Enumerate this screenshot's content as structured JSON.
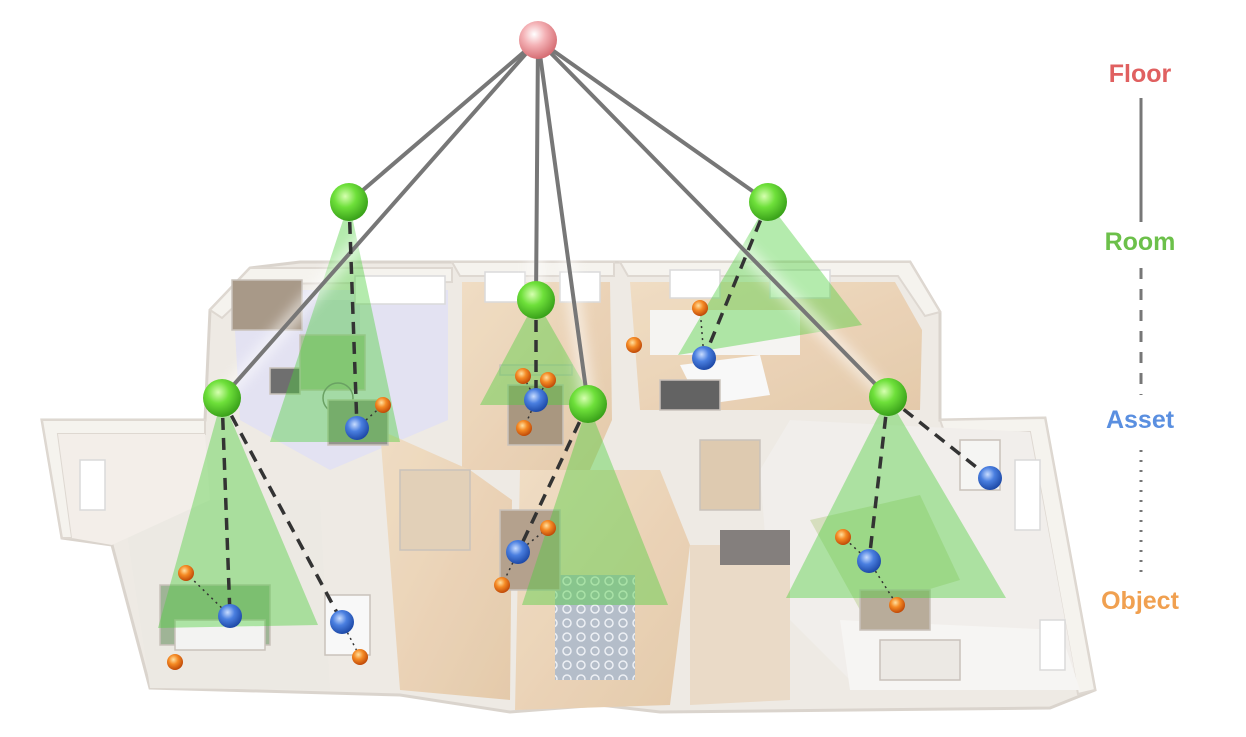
{
  "legend": {
    "floor": {
      "label": "Floor",
      "color": "#e06060"
    },
    "room": {
      "label": "Room",
      "color": "#6cc04a"
    },
    "asset": {
      "label": "Asset",
      "color": "#5a8fe0"
    },
    "object": {
      "label": "Object",
      "color": "#f0a050"
    }
  },
  "node_colors": {
    "floor": "#f2a0a4",
    "room": "#5fd23a",
    "asset": "#3a6fd8",
    "object": "#f07a20"
  },
  "edge_styles": {
    "floor_room": "solid",
    "room_asset": "dashed",
    "asset_object": "dotted"
  }
}
